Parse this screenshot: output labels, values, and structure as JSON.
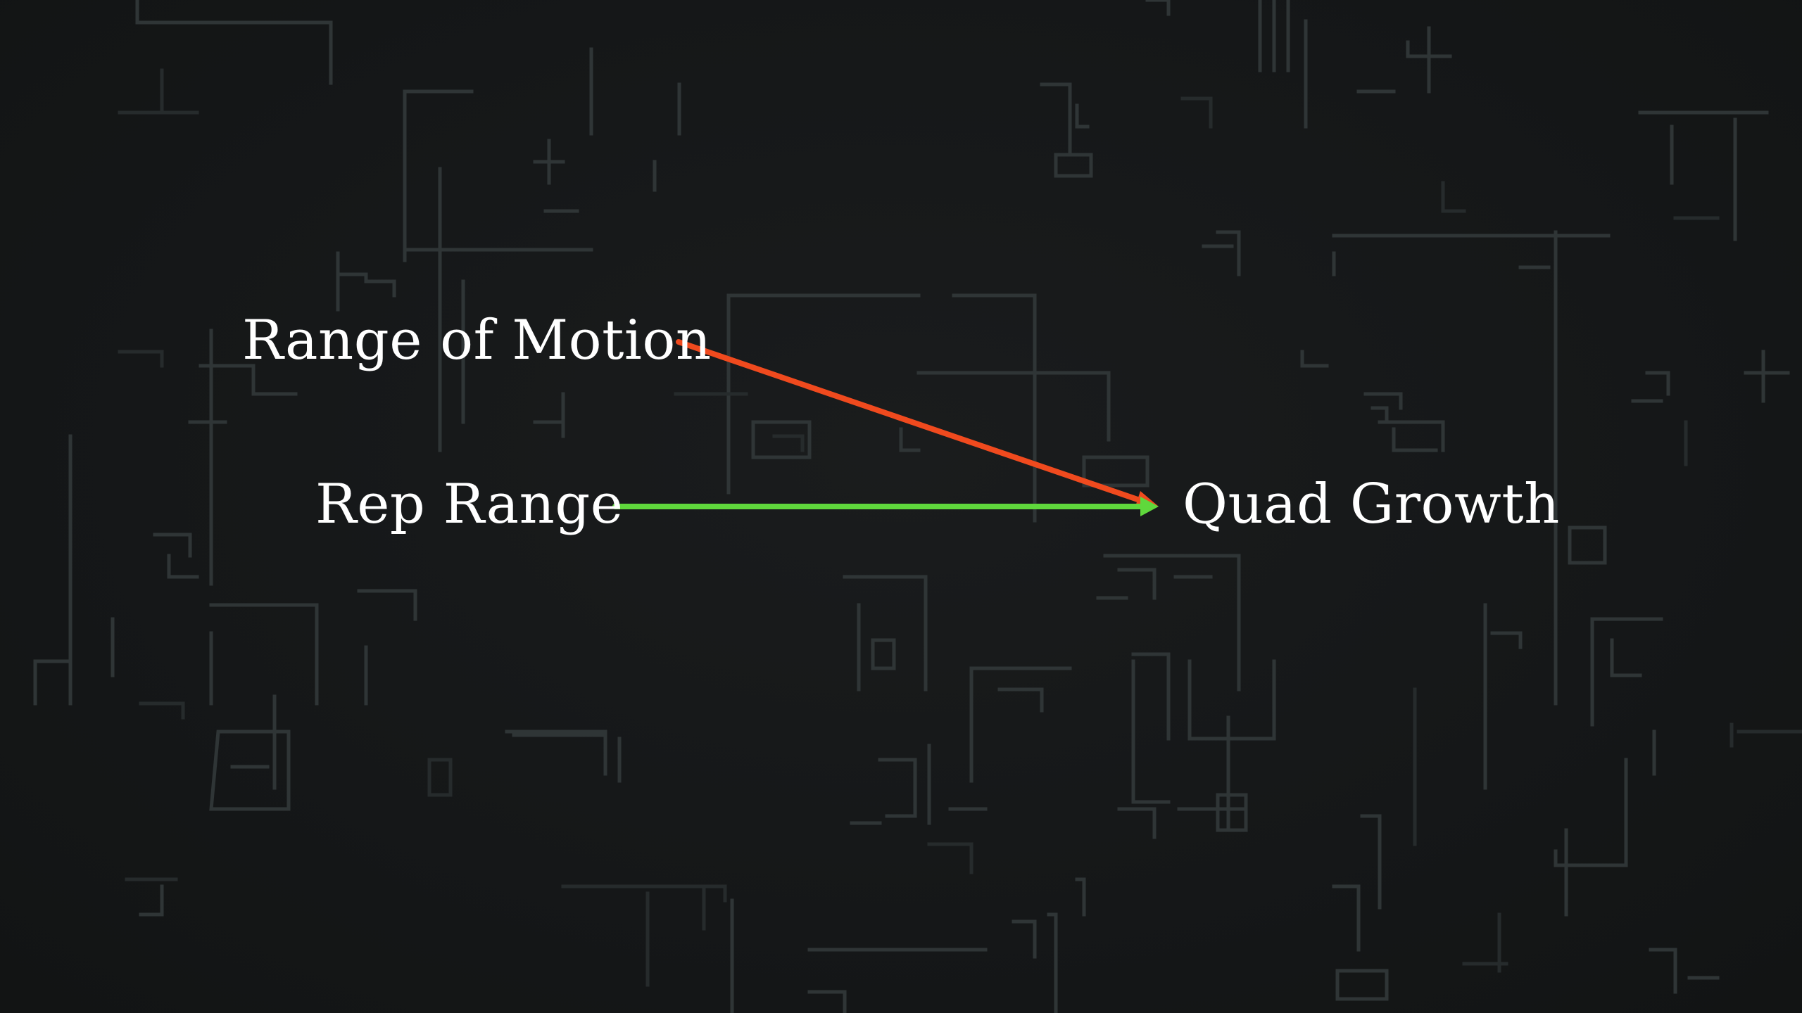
{
  "diagram": {
    "background_color": "#151718",
    "nodes": [
      {
        "id": "range_of_motion",
        "label": "Range of Motion"
      },
      {
        "id": "rep_range",
        "label": "Rep Range"
      },
      {
        "id": "quad_growth",
        "label": "Quad Growth"
      }
    ],
    "edges": [
      {
        "from": "range_of_motion",
        "to": "quad_growth",
        "color": "#f04a1e"
      },
      {
        "from": "rep_range",
        "to": "quad_growth",
        "color": "#5fd83c"
      }
    ]
  }
}
